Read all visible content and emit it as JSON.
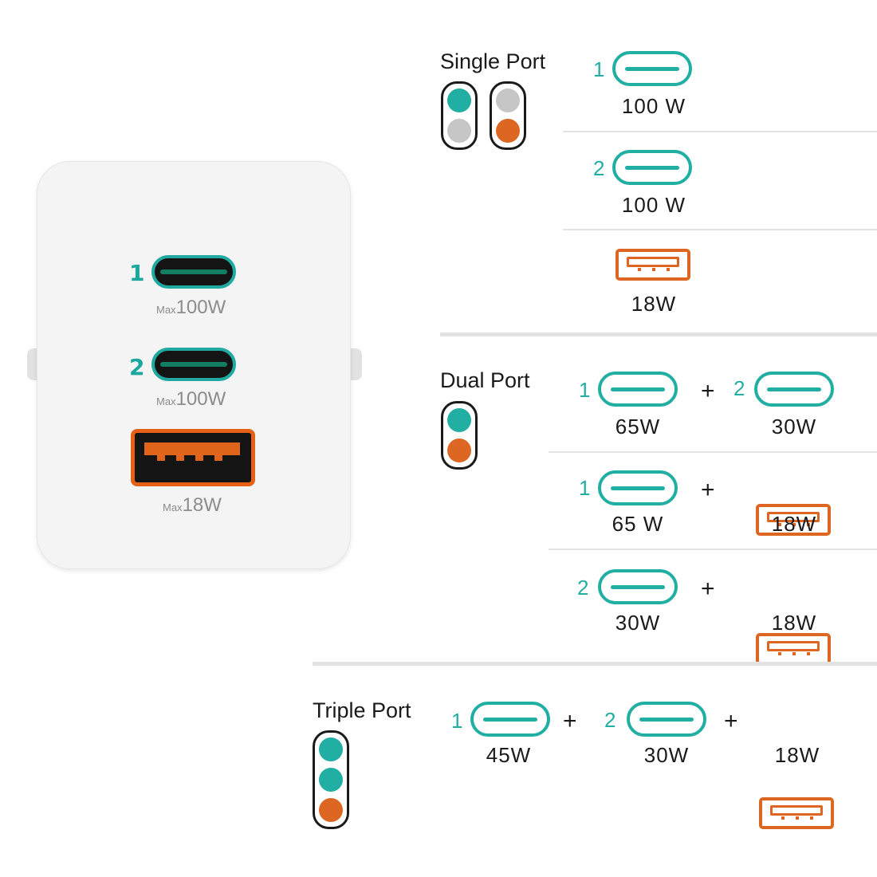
{
  "device": {
    "ports": [
      {
        "number": "1",
        "max_label": "Max",
        "power": "100W"
      },
      {
        "number": "2",
        "max_label": "Max",
        "power": "100W"
      },
      {
        "number": "",
        "max_label": "Max",
        "power": "18W"
      }
    ]
  },
  "colors": {
    "usb_c": "#21aea3",
    "usb_a": "#dc6622",
    "inactive": "#c6c6c6"
  },
  "single": {
    "heading": "Single Port",
    "rows": [
      {
        "num": "1",
        "watt": "100 W"
      },
      {
        "num": "2",
        "watt": "100 W"
      },
      {
        "num": "",
        "watt": "18W"
      }
    ]
  },
  "dual": {
    "heading": "Dual Port",
    "rows": [
      {
        "left_num": "1",
        "left_watt": "65W",
        "right_num": "2",
        "right_watt": "30W"
      },
      {
        "left_num": "1",
        "left_watt": "65 W",
        "right_num": "",
        "right_watt": "18W"
      },
      {
        "left_num": "2",
        "left_watt": "30W",
        "right_num": "",
        "right_watt": "18W"
      }
    ]
  },
  "triple": {
    "heading": "Triple Port",
    "items": [
      {
        "num": "1",
        "watt": "45W"
      },
      {
        "num": "2",
        "watt": "30W"
      },
      {
        "num": "",
        "watt": "18W"
      }
    ]
  },
  "plus": "+"
}
